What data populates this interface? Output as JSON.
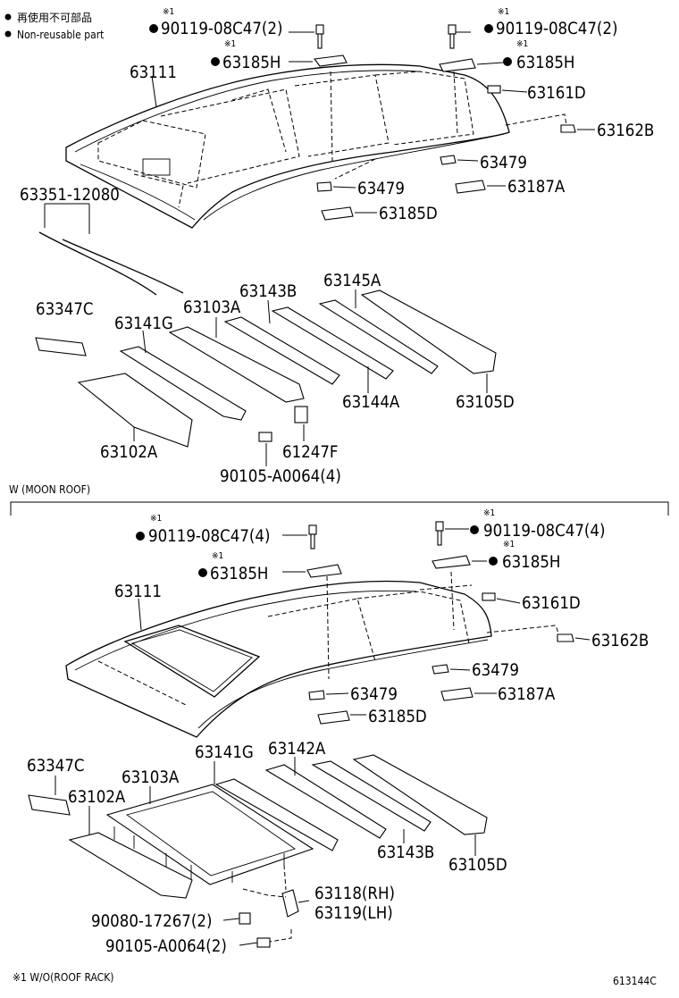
{
  "legend": {
    "non_reusable_jp": "再使用不可部品",
    "non_reusable_en": "Non-reusable part"
  },
  "asterisk": "※1",
  "section_header": "W (MOON ROOF)",
  "footnote": "※1 W/O(ROOF RACK)",
  "diagram_code": "613144C",
  "top_labels": {
    "bolt_left": "90119-08C47(2)",
    "bolt_right": "90119-08C47(2)",
    "bracket_left": "63185H",
    "bracket_right": "63185H",
    "panel": "63111",
    "bracket_161": "63161D",
    "clip_162": "63162B",
    "clip_479_right": "63479",
    "clip_479_left": "63479",
    "bracket_187": "63187A",
    "bracket_185d": "63185D",
    "molding": "63351-12080",
    "pad": "63347C",
    "reinf_141": "63141G",
    "reinf_103": "63103A",
    "reinf_143": "63143B",
    "reinf_145": "63145A",
    "reinf_144": "63144A",
    "reinf_105": "63105D",
    "reinf_102": "63102A",
    "bracket_61247": "61247F",
    "bolt_bottom": "90105-A0064(4)"
  },
  "bottom_labels": {
    "bolt_left": "90119-08C47(4)",
    "bolt_right": "90119-08C47(4)",
    "bracket_left": "63185H",
    "bracket_right": "63185H",
    "panel": "63111",
    "bracket_161": "63161D",
    "clip_162": "63162B",
    "clip_479_right": "63479",
    "clip_479_left": "63479",
    "bracket_187": "63187A",
    "bracket_185d": "63185D",
    "pad": "63347C",
    "reinf_103": "63103A",
    "reinf_102": "63102A",
    "reinf_141": "63141G",
    "reinf_142": "63142A",
    "reinf_143": "63143B",
    "reinf_105": "63105D",
    "bracket_rh": "63118(RH)",
    "bracket_lh": "63119(LH)",
    "nut": "90080-17267(2)",
    "bolt_bottom": "90105-A0064(2)"
  }
}
